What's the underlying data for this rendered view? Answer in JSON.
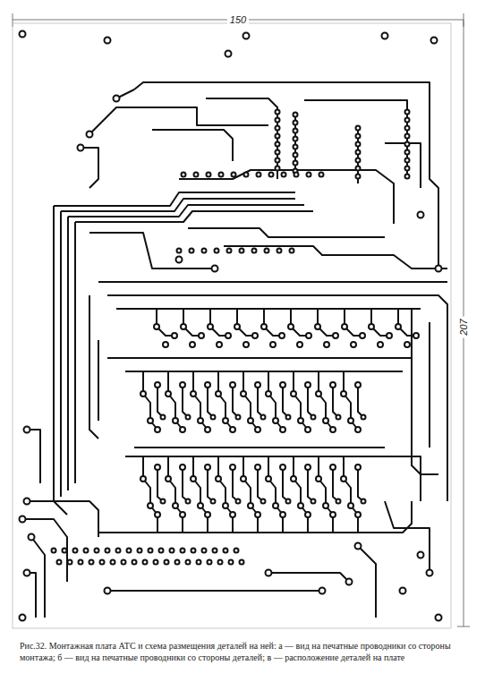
{
  "diagram": {
    "caption": "Рис.32. Монтажная плата АТС и схема размещения деталей на ней: а — вид на печатные проводники со стороны монтажа; б — вид на печатные проводники со стороны деталей; в — расположение деталей на плате",
    "labels": [
      "150",
      "207"
    ]
  }
}
